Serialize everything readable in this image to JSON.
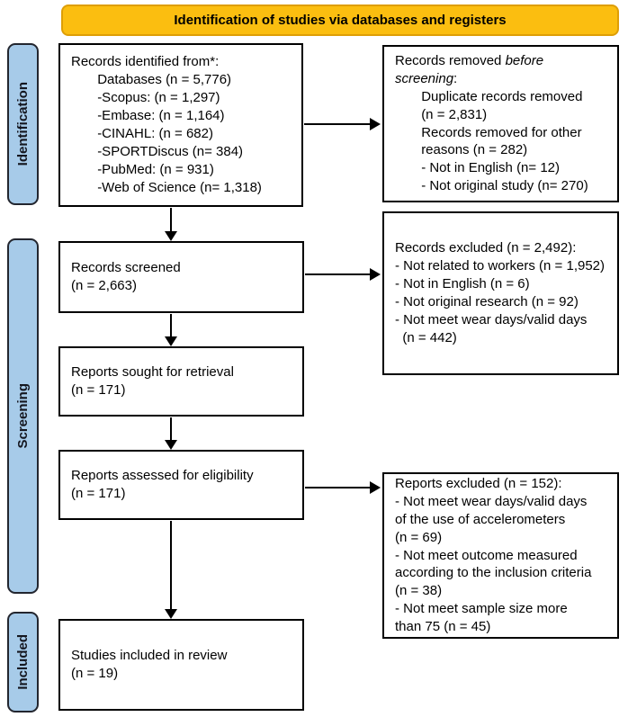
{
  "colors": {
    "banner-bg": "#FBBE10",
    "banner-border": "#DE9E06",
    "stage-bg": "#A7CBE9",
    "stage-border": "#23262F",
    "box-border": "#000000",
    "arrow": "#000000",
    "text": "#000000"
  },
  "banner": {
    "label": "Identification of studies via databases and registers"
  },
  "stages": [
    {
      "label": "Identification"
    },
    {
      "label": "Screening"
    },
    {
      "label": "Included"
    }
  ],
  "boxes": {
    "identified": {
      "text": "Records identified from*:\n       Databases (n = 5,776)\n       -Scopus: (n = 1,297)\n       -Embase: (n = 1,164)\n       -CINAHL: (n = 682)\n       -SPORTDiscus (n= 384)\n       -PubMed: (n = 931)\n       -Web of Science (n= 1,318)"
    },
    "removed": {
      "title_part1": "Records removed ",
      "title_italic1": "before",
      "title_italic2": "screening",
      "title_suffix": ":",
      "body": "       Duplicate records removed\n       (n = 2,831)\n       Records removed for other\n       reasons (n = 282)\n       - Not in English (n= 12)\n       - Not original study (n= 270)"
    },
    "screened": {
      "text": "Records screened\n(n = 2,663)"
    },
    "excluded_records": {
      "text": "Records excluded (n = 2,492):\n- Not related to workers (n = 1,952)\n- Not in English (n = 6)\n- Not original research (n = 92)\n- Not meet wear days/valid days\n  (n = 442)"
    },
    "sought": {
      "text": "Reports sought for retrieval\n(n = 171)"
    },
    "assessed": {
      "text": "Reports assessed for eligibility\n(n = 171)"
    },
    "excluded_reports": {
      "text": "Reports excluded (n = 152):\n- Not meet wear days/valid days\nof the use of accelerometers\n(n = 69)\n- Not meet outcome measured\naccording to the inclusion criteria\n(n = 38)\n- Not meet sample size more\nthan 75 (n = 45)"
    },
    "included": {
      "text": "Studies included in review\n(n = 19)"
    }
  }
}
